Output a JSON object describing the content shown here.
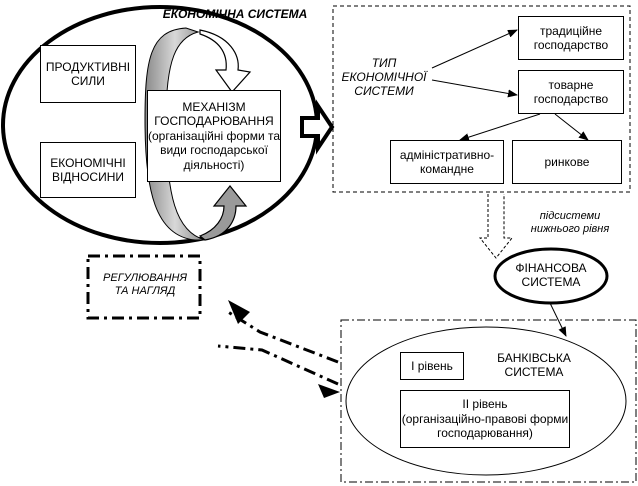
{
  "economic_system": {
    "title": "ЕКОНОМІЧНА СИСТЕМА",
    "productive_forces": "ПРОДУКТИВНІ СИЛИ",
    "economic_relations": "ЕКОНОМІЧНІ ВІДНОСИНИ",
    "mechanism_title": "МЕХАНІЗМ ГОСПОДАРЮВАННЯ",
    "mechanism_detail": "(організаційні форми та види господарської діяльності)"
  },
  "system_type": {
    "title": "ТИП ЕКОНОМІЧНОЇ СИСТЕМИ",
    "traditional": "традиційне господарство",
    "commodity": "товарне господарство",
    "administrative": "адміністративно-командне",
    "market": "ринкове"
  },
  "regulation": {
    "label": "РЕГУЛЮВАННЯ ТА НАГЛЯД"
  },
  "subsystems_label": "підсистеми нижнього рівня",
  "financial_system": "ФІНАНСОВА СИСТЕМА",
  "banking_system": {
    "title": "БАНКІВСЬКА СИСТЕМА",
    "level1": "І рівень",
    "level2_title": "ІІ рівень",
    "level2_detail": "(організаційно-правові форми господарювання)"
  }
}
